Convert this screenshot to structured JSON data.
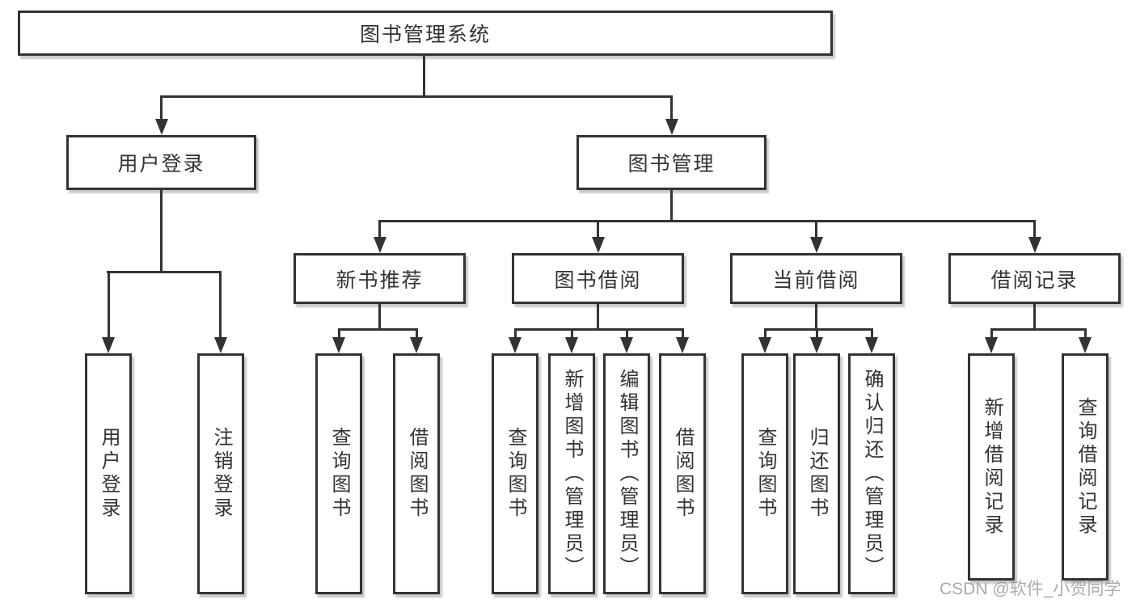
{
  "diagram": {
    "root": "图书管理系统",
    "level2": [
      "用户登录",
      "图书管理"
    ],
    "level3": [
      "新书推荐",
      "图书借阅",
      "当前借阅",
      "借阅记录"
    ],
    "leaves": {
      "user_login": [
        "用户登录",
        "注销登录"
      ],
      "new_book_recommend": [
        "查询图书",
        "借阅图书"
      ],
      "book_borrow": [
        "查询图书",
        "新增图书（管理员）",
        "编辑图书（管理员）",
        "借阅图书"
      ],
      "current_borrow": [
        "查询图书",
        "归还图书",
        "确认归还（管理员）"
      ],
      "borrow_records": [
        "新增借阅记录",
        "查询借阅记录"
      ]
    },
    "watermark": "CSDN @软件_小贺同学",
    "colors": {
      "line": "#333333",
      "text": "#333333",
      "background": "#ffffff",
      "watermark": "#9c9c9c"
    }
  }
}
